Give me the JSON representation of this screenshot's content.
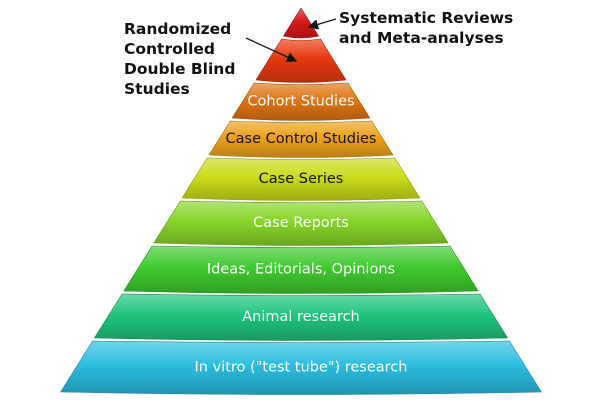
{
  "pyramid": {
    "tiers": [
      {
        "label": "",
        "color": "#d81818",
        "dark": false
      },
      {
        "label": "",
        "color": "#e8380f",
        "dark": false
      },
      {
        "label": "Cohort Studies",
        "color": "#e07512",
        "dark": false
      },
      {
        "label": "Case Control Studies",
        "color": "#eda11a",
        "dark": true
      },
      {
        "label": "Case Series",
        "color": "#ccdc18",
        "dark": true
      },
      {
        "label": "Case Reports",
        "color": "#86d62a",
        "dark": false
      },
      {
        "label": "Ideas, Editorials, Opinions",
        "color": "#3ecb2e",
        "dark": false
      },
      {
        "label": "Animal research",
        "color": "#1fc47c",
        "dark": false
      },
      {
        "label": "In vitro (\"test tube\") research",
        "color": "#2bbde0",
        "dark": false
      }
    ]
  },
  "callouts": {
    "rct": {
      "lines": [
        "Randomized",
        "Controlled",
        "Double Blind",
        "Studies"
      ]
    },
    "systematic": {
      "lines": [
        "Systematic Reviews",
        "and Meta-analyses"
      ]
    }
  }
}
